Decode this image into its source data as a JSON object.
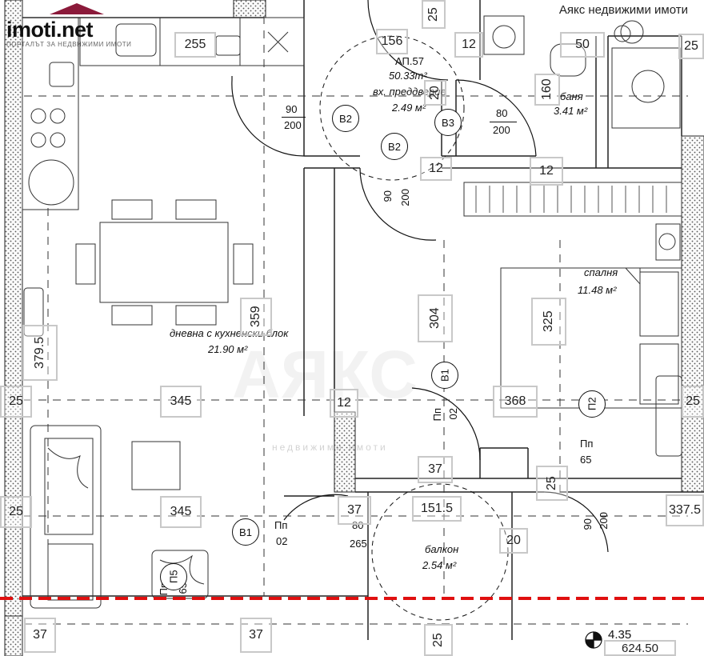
{
  "branding": {
    "site_logo": "imoti.net",
    "site_tagline": "ПОРТАЛЪТ ЗА НЕДВИЖИМИ ИМОТИ",
    "agency_watermark": "Аякс недвижими имоти",
    "faint_logo": "АЯКС",
    "faint_sub": "недвижими имоти"
  },
  "apartment": {
    "name": "АП.57",
    "area": "50.33m²"
  },
  "rooms": {
    "living": {
      "name": "дневна с кухненски блок",
      "area": "21.90 м²"
    },
    "hall": {
      "name": "вх. преддверие",
      "area": "2.49 м²"
    },
    "bath": {
      "name": "баня",
      "area": "3.41 м²"
    },
    "bedroom": {
      "name": "спалня",
      "area": "11.48 м²"
    },
    "balcony": {
      "name": "балкон",
      "area": "2.54 м²"
    }
  },
  "door_dims": {
    "front_w": "90",
    "front_h": "200",
    "bath_w": "80",
    "bath_h": "200",
    "inner_w": "90",
    "inner_h": "200",
    "bal_w": "90",
    "bal_h": "200",
    "pp_left": "Пп",
    "pp_left_val": "02",
    "pp_right": "Пп",
    "pp_right_val": "65",
    "pp_mid": "Пп",
    "pp_mid_val": "02",
    "p_lower": "Пп",
    "p_lower_val": "65",
    "b1_label": "В1",
    "b1_extra": "80",
    "b1_extra2": "265"
  },
  "tags": {
    "b2a": "В2",
    "b2b": "В2",
    "b3": "В3",
    "b1a": "В1",
    "b1b": "В1",
    "p2": "П2",
    "p5": "П5"
  },
  "dim_boxes": {
    "d255a": "255",
    "d156": "156",
    "d12a": "12",
    "d25a": "25",
    "d50": "50",
    "d25b": "25",
    "d160": "160",
    "d20": "20",
    "d12b": "12",
    "d12c": "12",
    "d359": "359",
    "d304": "304",
    "d325": "325",
    "d379": "379.5",
    "d25c": "25",
    "d345a": "345",
    "d12d": "12",
    "d368": "368",
    "d25d": "25",
    "d37a": "37",
    "d345b": "345",
    "d37b": "37",
    "d151": "151.5",
    "d25e": "25",
    "d37c": "37",
    "d37d": "37",
    "d25f": "25",
    "d3375": "337.5",
    "d20b": "20",
    "d25g": "25",
    "d6245": "624.50",
    "d435": "4.35"
  }
}
